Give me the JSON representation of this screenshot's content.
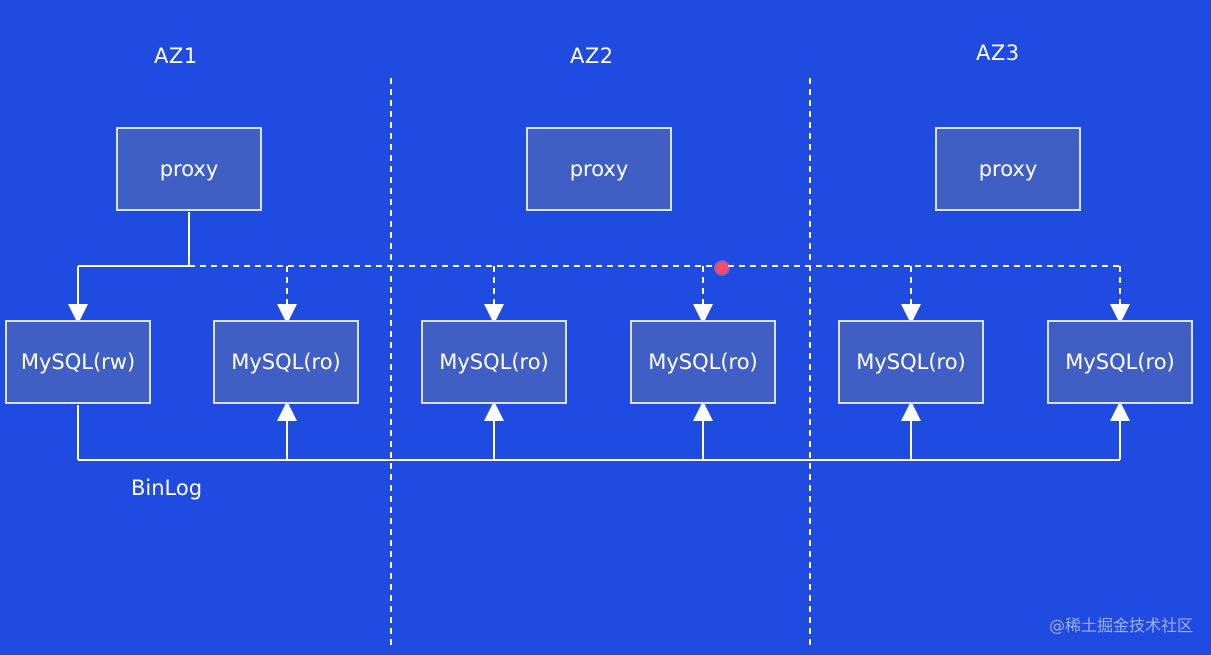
{
  "zones": [
    {
      "label": "AZ1"
    },
    {
      "label": "AZ2"
    },
    {
      "label": "AZ3"
    }
  ],
  "proxies": [
    {
      "label": "proxy"
    },
    {
      "label": "proxy"
    },
    {
      "label": "proxy"
    }
  ],
  "databases": [
    {
      "label": "MySQL(rw)"
    },
    {
      "label": "MySQL(ro)"
    },
    {
      "label": "MySQL(ro)"
    },
    {
      "label": "MySQL(ro)"
    },
    {
      "label": "MySQL(ro)"
    },
    {
      "label": "MySQL(ro)"
    }
  ],
  "binlog_label": "BinLog",
  "watermark": "@稀土掘金技术社区",
  "colors": {
    "background": "#1f4be0",
    "box_fill": "#3f5fc4",
    "line": "#ffffff",
    "pointer": "#ff4a6a"
  }
}
